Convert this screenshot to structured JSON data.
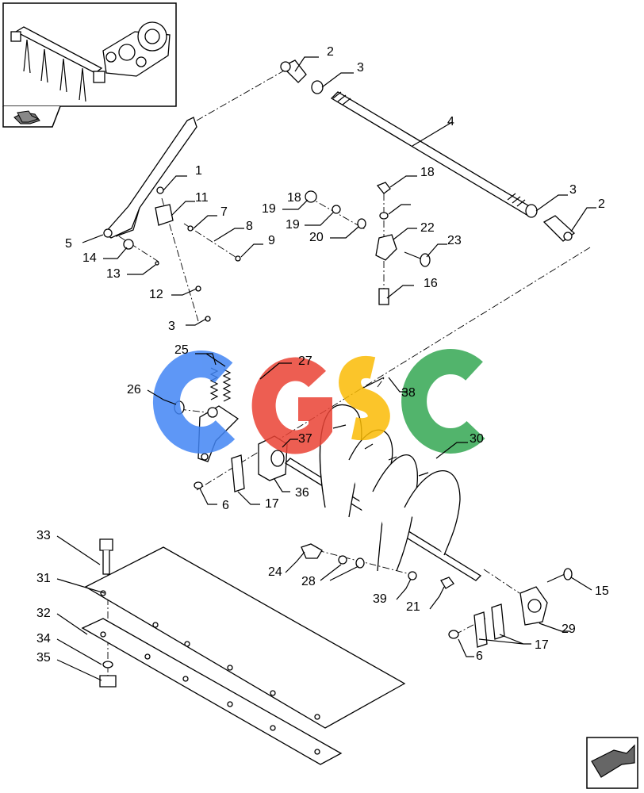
{
  "watermark": {
    "letters": [
      "C",
      "G",
      "S",
      "C"
    ],
    "colors": [
      "#4285F4",
      "#EA4335",
      "#FBBC05",
      "#34A853"
    ]
  },
  "callouts": [
    "2",
    "3",
    "4",
    "1",
    "18",
    "11",
    "7",
    "19",
    "18",
    "8",
    "19",
    "20",
    "22",
    "3",
    "2",
    "5",
    "14",
    "9",
    "23",
    "13",
    "16",
    "12",
    "3",
    "25",
    "27",
    "26",
    "38",
    "37",
    "30",
    "36",
    "17",
    "6",
    "33",
    "24",
    "28",
    "31",
    "39",
    "21",
    "15",
    "29",
    "32",
    "17",
    "34",
    "6",
    "35"
  ],
  "icons": {
    "inset": "assembly-inset-icon",
    "corner_nav": "next-page-arrow-icon",
    "inset_nav": "previous-page-arrow-icon"
  }
}
